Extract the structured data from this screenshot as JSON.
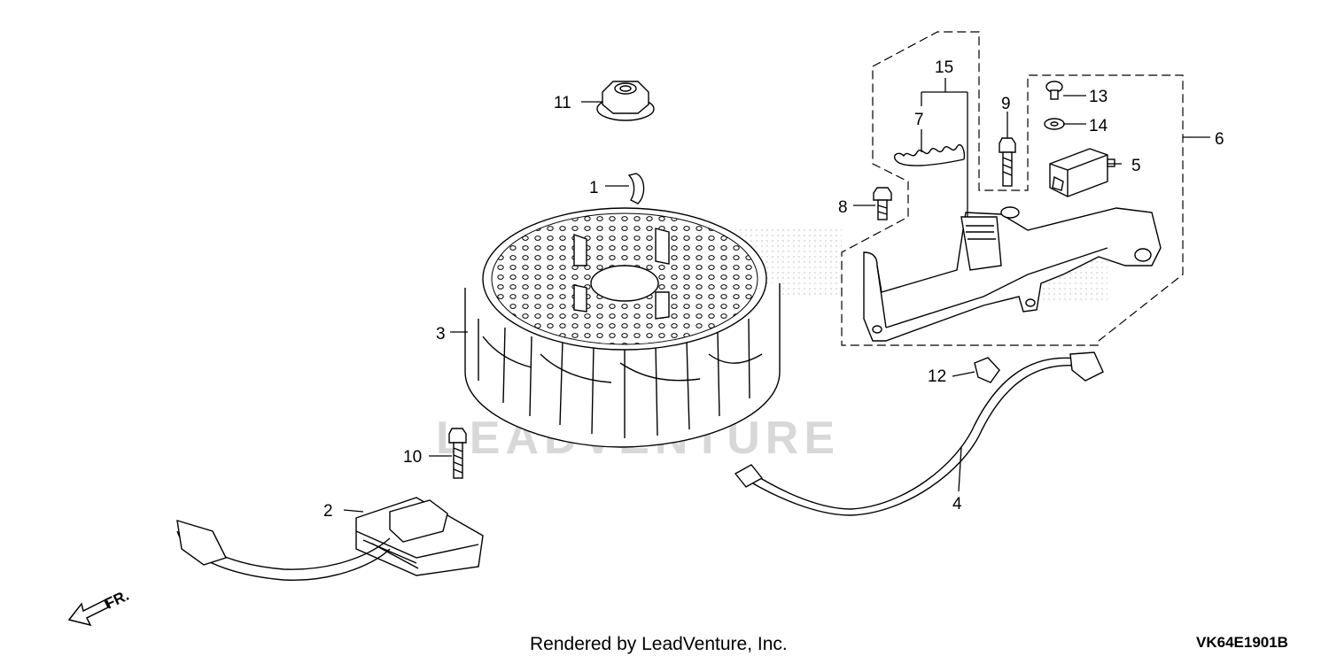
{
  "diagram": {
    "watermark": "LEADVENTURE",
    "footer": "Rendered by LeadVenture, Inc.",
    "code": "VK64E1901B",
    "direction_label": "FR.",
    "callouts": [
      {
        "id": "1",
        "label": "1"
      },
      {
        "id": "2",
        "label": "2"
      },
      {
        "id": "3",
        "label": "3"
      },
      {
        "id": "4",
        "label": "4"
      },
      {
        "id": "5",
        "label": "5"
      },
      {
        "id": "6",
        "label": "6"
      },
      {
        "id": "7",
        "label": "7"
      },
      {
        "id": "8",
        "label": "8"
      },
      {
        "id": "9",
        "label": "9"
      },
      {
        "id": "10",
        "label": "10"
      },
      {
        "id": "11",
        "label": "11"
      },
      {
        "id": "12",
        "label": "12"
      },
      {
        "id": "13",
        "label": "13"
      },
      {
        "id": "14",
        "label": "14"
      },
      {
        "id": "15",
        "label": "15"
      }
    ]
  }
}
